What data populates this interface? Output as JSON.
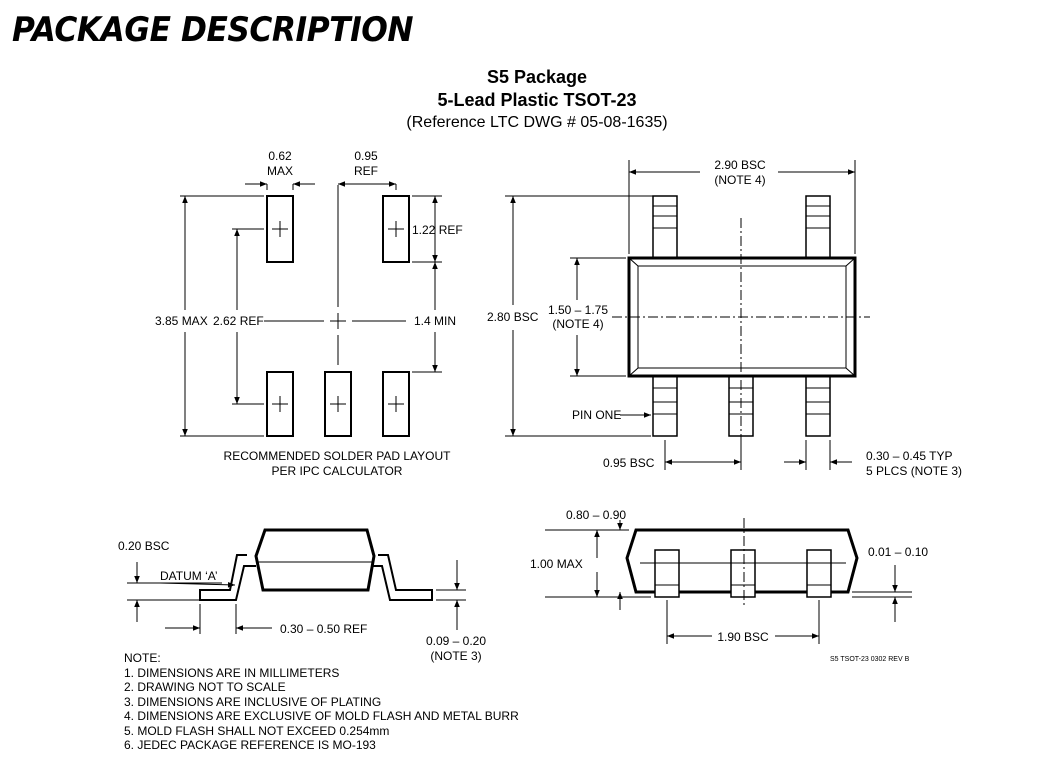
{
  "title": "PACKAGE DESCRIPTION",
  "package": {
    "name": "S5 Package",
    "lead": "5-Lead Plastic TSOT-23",
    "reference": "(Reference LTC DWG # 05-08-1635)"
  },
  "pad_layout": {
    "dim_062": "0.62",
    "dim_062_sub": "MAX",
    "dim_095": "0.95",
    "dim_095_sub": "REF",
    "dim_122": "1.22 REF",
    "dim_385": "3.85 MAX",
    "dim_262": "2.62 REF",
    "dim_14": "1.4 MIN",
    "caption_line1": "RECOMMENDED SOLDER PAD LAYOUT",
    "caption_line2": "PER IPC CALCULATOR"
  },
  "top_view": {
    "dim_290": "2.90 BSC",
    "dim_290_note": "(NOTE 4)",
    "dim_280": "2.80 BSC",
    "dim_150": "1.50 – 1.75",
    "dim_150_note": "(NOTE 4)",
    "pin_one": "PIN ONE",
    "dim_095bsc": "0.95 BSC",
    "dim_030": "0.30 – 0.45 TYP",
    "dim_030_note": "5 PLCS (NOTE 3)"
  },
  "side_view": {
    "dim_020": "0.20 BSC",
    "datum": "DATUM ‘A’",
    "dim_030_050": "0.30 – 0.50 REF",
    "dim_009": "0.09 – 0.20",
    "dim_009_note": "(NOTE 3)"
  },
  "end_view": {
    "dim_080": "0.80 – 0.90",
    "dim_100": "1.00 MAX",
    "dim_001": "0.01 – 0.10",
    "dim_190": "1.90 BSC",
    "drawing_id": "S5 TSOT-23 0302 REV B"
  },
  "notes": {
    "heading": "NOTE:",
    "items": [
      "1. DIMENSIONS ARE IN MILLIMETERS",
      "2. DRAWING NOT TO SCALE",
      "3. DIMENSIONS ARE INCLUSIVE OF PLATING",
      "4. DIMENSIONS ARE EXCLUSIVE OF MOLD FLASH AND METAL BURR",
      "5. MOLD FLASH SHALL NOT EXCEED 0.254mm",
      "6. JEDEC PACKAGE REFERENCE IS MO-193"
    ]
  }
}
